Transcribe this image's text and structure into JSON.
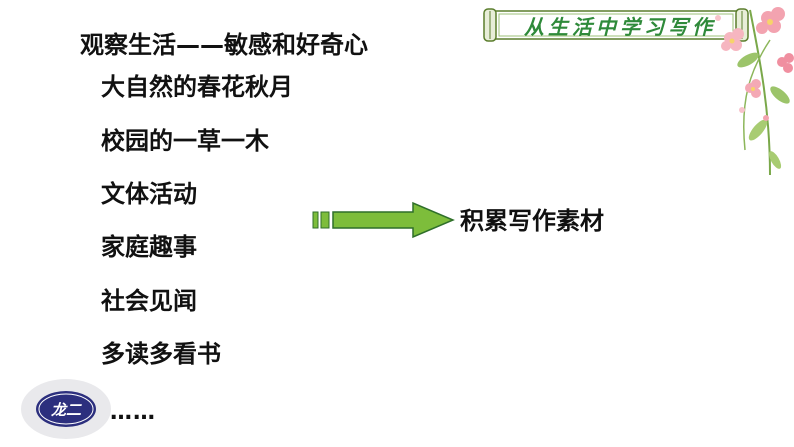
{
  "banner": {
    "title": "从生活中学习写作"
  },
  "heading": "观察生活——敏感和好奇心",
  "items": [
    "大自然的春花秋月",
    "校园的一草一木",
    "文体活动",
    "家庭趣事",
    "社会见闻",
    "多读多看书"
  ],
  "ellipsis": "……",
  "result": "积累写作素材",
  "logo": {
    "text": "龙二"
  },
  "colors": {
    "banner_text": "#2f8a3a",
    "arrow_fill": "#7dbd3b",
    "arrow_outline": "#2f6f2a",
    "logo_bg": "#2c2f7e"
  },
  "icons": [
    "scroll-banner-icon",
    "flower-decoration-icon",
    "right-arrow-icon",
    "logo-icon"
  ]
}
